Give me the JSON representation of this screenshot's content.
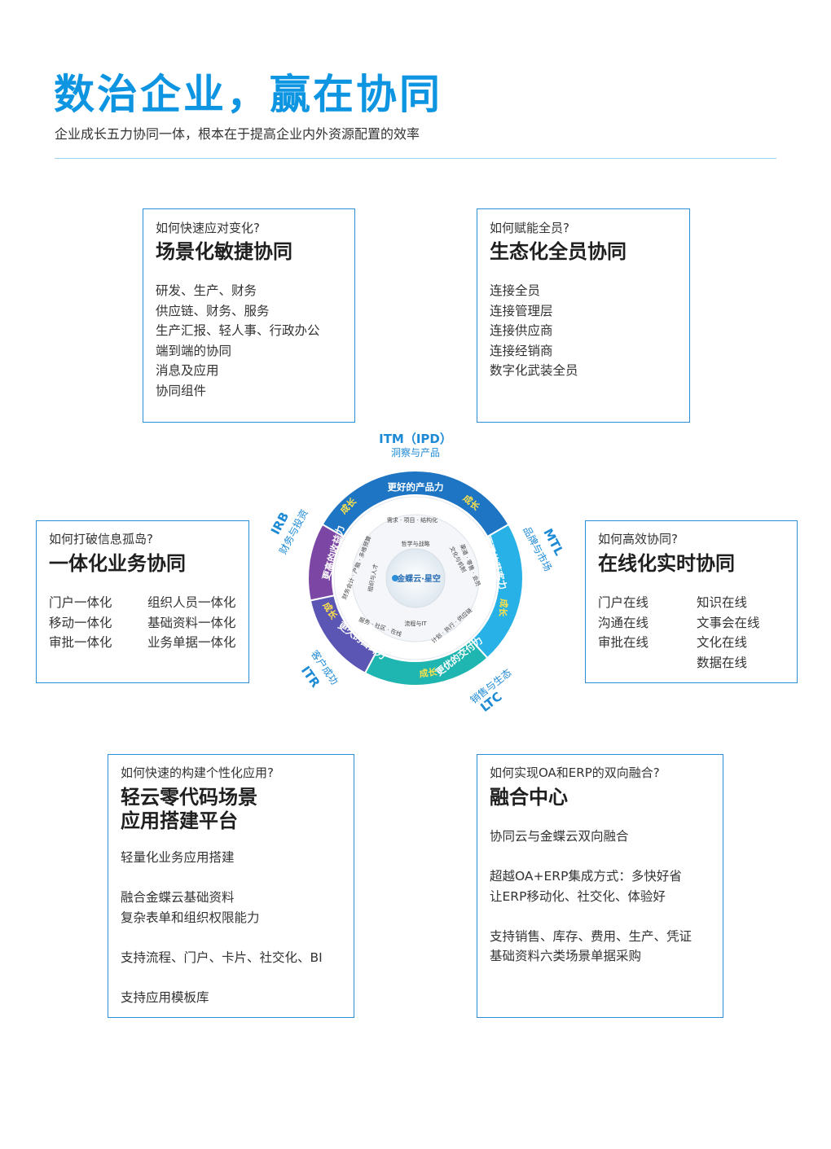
{
  "header": {
    "title": "数治企业，赢在协同",
    "subtitle": "企业成长五力协同一体，根本在于提高企业内外资源配置的效率"
  },
  "cards": {
    "scene": {
      "question": "如何快速应对变化?",
      "heading": "场景化敏捷协同",
      "items": [
        "研发、生产、财务",
        "供应链、财务、服务",
        "生产汇报、轻人事、行政办公",
        "端到端的协同",
        "消息及应用",
        "协同组件"
      ]
    },
    "eco": {
      "question": "如何赋能全员?",
      "heading": "生态化全员协同",
      "items": [
        "连接全员",
        "连接管理层",
        "连接供应商",
        "连接经销商",
        "数字化武装全员"
      ]
    },
    "integrated": {
      "question": "如何打破信息孤岛?",
      "heading": "一体化业务协同",
      "left": [
        "门户一体化",
        "移动一体化",
        "审批一体化"
      ],
      "right": [
        "组织人员一体化",
        "基础资料一体化",
        "业务单据一体化"
      ]
    },
    "online": {
      "question": "如何高效协同?",
      "heading": "在线化实时协同",
      "left": [
        "门户在线",
        "沟通在线",
        "审批在线"
      ],
      "right": [
        "知识在线",
        "文事会在线",
        "文化在线",
        "数据在线"
      ]
    },
    "lowcode": {
      "question": "如何快速的构建个性化应用?",
      "heading_line1": "轻云零代码场景",
      "heading_line2": "应用搭建平台",
      "items": [
        "轻量化业务应用搭建",
        "",
        "融合金蝶云基础资料",
        "复杂表单和组织权限能力",
        "",
        "支持流程、门户、卡片、社交化、BI",
        "",
        "支持应用模板库"
      ]
    },
    "fusion": {
      "question": "如何实现OA和ERP的双向融合?",
      "heading": "融合中心",
      "items": [
        "协同云与金蝶云双向融合",
        "",
        "超越OA+ERP集成方式：多快好省",
        "让ERP移动化、社交化、体验好",
        "",
        "支持销售、库存、费用、生产、凭证",
        "基础资料六类场景单据采购"
      ]
    }
  },
  "wheel": {
    "center": "金蝶云·星空",
    "outer_labels": {
      "itm_title": "ITM（IPD）",
      "itm_sub": "洞察与产品",
      "mtl_title": "MTL",
      "mtl_sub": "品牌与市场",
      "ltc_title": "LTC",
      "ltc_sub": "销售与生态",
      "itr_title": "ITR",
      "itr_sub": "客户成功",
      "irb_title": "IRB",
      "irb_sub": "财务与投资"
    },
    "segments": {
      "product": "更好的产品力",
      "brand": "更强的获客力",
      "delivery": "更优的交付力",
      "reputation": "更久的口碑力",
      "profit": "更高的收益力",
      "growth": "成长"
    },
    "inner": {
      "a": "需求 · 项目 · 结构化",
      "b": "渠道 · 零售 · 会员",
      "c": "计划 · 执行 · 供应链",
      "d": "服务 · 社区 · 在线",
      "e": "财务会计 · 产融 · 多维预算",
      "r1": "哲学与战略",
      "r2": "文化与机制",
      "r3": "流程与IT",
      "r4": "组织与人才"
    },
    "colors": {
      "blue": "#1d75c4",
      "cyan": "#27b1e6",
      "teal": "#1fb5b0",
      "violet": "#5b56b4",
      "purple": "#7c46a4",
      "yellow": "#ffe24a"
    }
  }
}
